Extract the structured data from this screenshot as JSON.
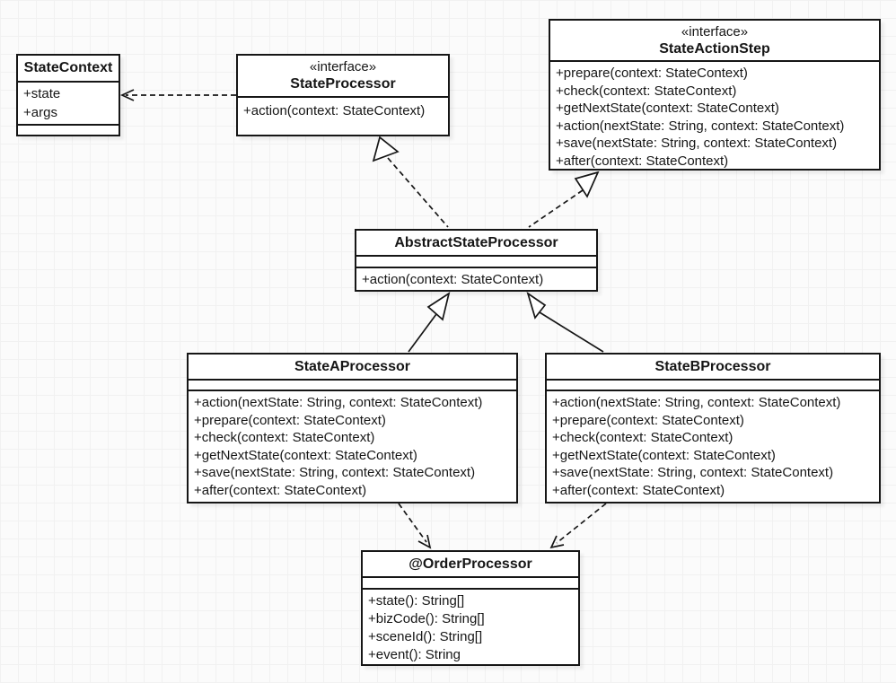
{
  "colors": {
    "background": "#fbfbfb",
    "grid_line": "#f1f1f1",
    "box_fill": "#ffffff",
    "line": "#161616",
    "text": "#161616"
  },
  "classes": [
    {
      "id": "statecontext",
      "name": "StateContext",
      "attributes": [
        "+state",
        "+args"
      ],
      "methods": []
    },
    {
      "id": "stateprocessor",
      "stereotype": "«interface»",
      "name": "StateProcessor",
      "attributes": [],
      "methods": [
        "+action(context: StateContext)"
      ]
    },
    {
      "id": "stateactionstep",
      "stereotype": "«interface»",
      "name": "StateActionStep",
      "attributes": [],
      "methods": [
        "+prepare(context: StateContext)",
        "+check(context: StateContext)",
        "+getNextState(context: StateContext)",
        "+action(nextState: String, context: StateContext)",
        "+save(nextState: String, context: StateContext)",
        "+after(context: StateContext)"
      ]
    },
    {
      "id": "abstractstateprocessor",
      "name": "AbstractStateProcessor",
      "attributes": [],
      "methods": [
        "+action(context: StateContext)"
      ]
    },
    {
      "id": "stateaprocessor",
      "name": "StateAProcessor",
      "attributes": [],
      "methods": [
        "+action(nextState: String, context: StateContext)",
        "+prepare(context: StateContext)",
        "+check(context: StateContext)",
        "+getNextState(context: StateContext)",
        "+save(nextState: String, context: StateContext)",
        "+after(context: StateContext)"
      ]
    },
    {
      "id": "statebprocessor",
      "name": "StateBProcessor",
      "attributes": [],
      "methods": [
        "+action(nextState: String, context: StateContext)",
        "+prepare(context: StateContext)",
        "+check(context: StateContext)",
        "+getNextState(context: StateContext)",
        "+save(nextState: String, context: StateContext)",
        "+after(context: StateContext)"
      ]
    },
    {
      "id": "orderprocessor",
      "name": "@OrderProcessor",
      "attributes": [],
      "methods": [
        "+state(): String[]",
        "+bizCode(): String[]",
        "+sceneId(): String[]",
        "+event(): String"
      ]
    }
  ],
  "relationships": [
    {
      "type": "dependency",
      "from": "StateProcessor",
      "to": "StateContext",
      "line": "dashed",
      "head": "open-arrow"
    },
    {
      "type": "realization",
      "from": "AbstractStateProcessor",
      "to": "StateProcessor",
      "line": "dashed",
      "head": "hollow-triangle"
    },
    {
      "type": "realization",
      "from": "AbstractStateProcessor",
      "to": "StateActionStep",
      "line": "dashed",
      "head": "hollow-triangle"
    },
    {
      "type": "generalization",
      "from": "StateAProcessor",
      "to": "AbstractStateProcessor",
      "line": "solid",
      "head": "hollow-triangle"
    },
    {
      "type": "generalization",
      "from": "StateBProcessor",
      "to": "AbstractStateProcessor",
      "line": "solid",
      "head": "hollow-triangle"
    },
    {
      "type": "dependency",
      "from": "StateAProcessor",
      "to": "@OrderProcessor",
      "line": "dashed",
      "head": "open-arrow"
    },
    {
      "type": "dependency",
      "from": "StateBProcessor",
      "to": "@OrderProcessor",
      "line": "dashed",
      "head": "open-arrow"
    }
  ]
}
